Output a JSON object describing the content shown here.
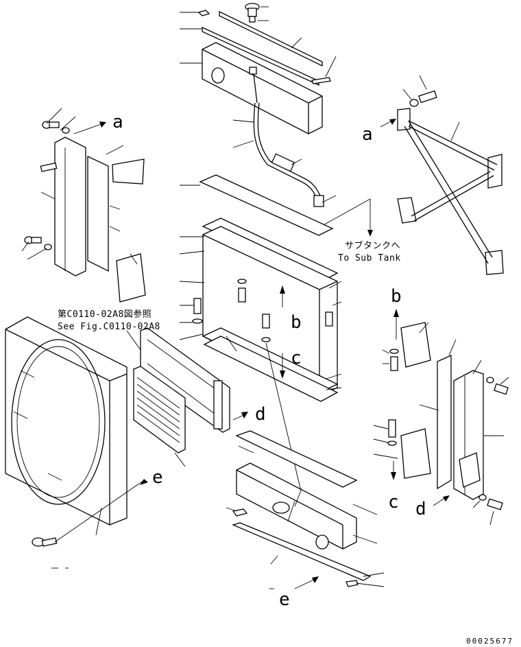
{
  "callouts": {
    "a_top": "a",
    "a_right": "a",
    "b_center": "b",
    "b_right": "b",
    "c_center": "c",
    "c_right": "c",
    "d_center": "d",
    "d_right": "d",
    "e_left": "e",
    "e_bottom": "e"
  },
  "notes": {
    "sub_tank_jp": "サブタンクへ",
    "sub_tank_en": "To Sub Tank",
    "see_fig_jp": "第C0110-02A8図参照",
    "see_fig_en": "See Fig.C0110-02A8"
  },
  "drawing_code": "00025677"
}
